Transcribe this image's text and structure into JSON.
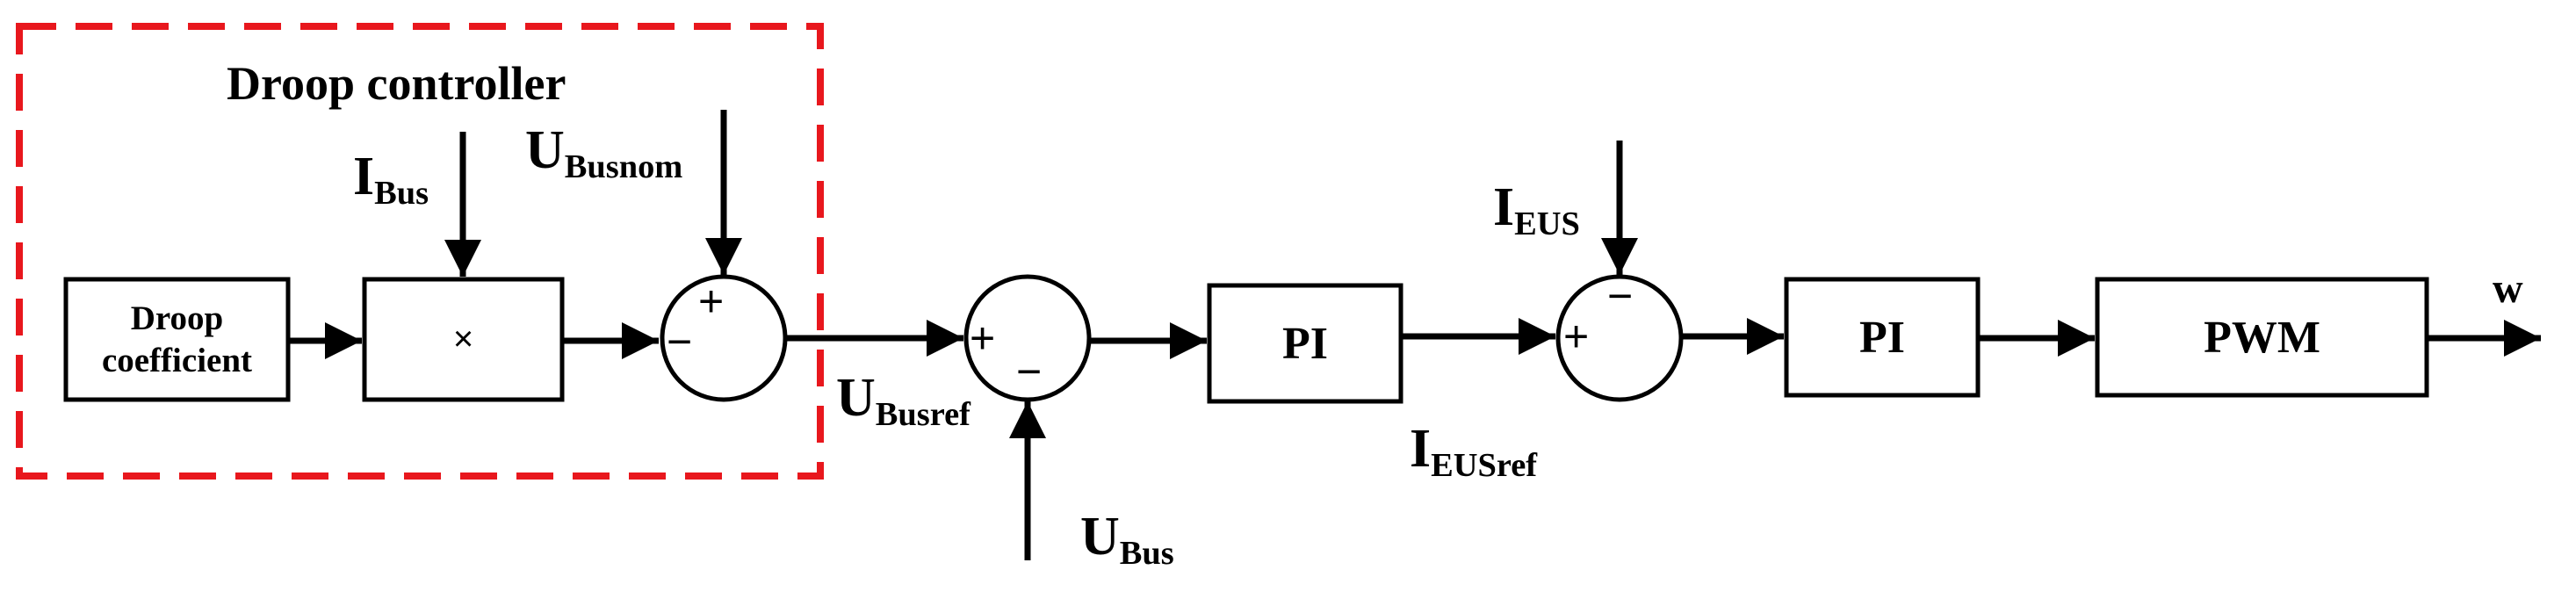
{
  "group": {
    "title": "Droop controller",
    "border_color": "#e8171d"
  },
  "blocks": {
    "droop_coefficient_line1": "Droop",
    "droop_coefficient_line2": "coefficient",
    "multiplier": "×",
    "pi1": "PI",
    "pi2": "PI",
    "pwm": "PWM"
  },
  "signals": {
    "i_bus_main": "I",
    "i_bus_sub": "Bus",
    "u_busnom_main": "U",
    "u_busnom_sub": "Busnom",
    "u_busref_main": "U",
    "u_busref_sub": "Busref",
    "u_bus_main": "U",
    "u_bus_sub": "Bus",
    "i_eus_main": "I",
    "i_eus_sub": "EUS",
    "i_eusref_main": "I",
    "i_eusref_sub": "EUSref",
    "w": "w"
  },
  "signs": {
    "sum1_plus": "+",
    "sum1_minus": "−",
    "sum2_plus": "+",
    "sum2_minus": "−",
    "sum3_plus": "+",
    "sum3_minus": "−"
  }
}
